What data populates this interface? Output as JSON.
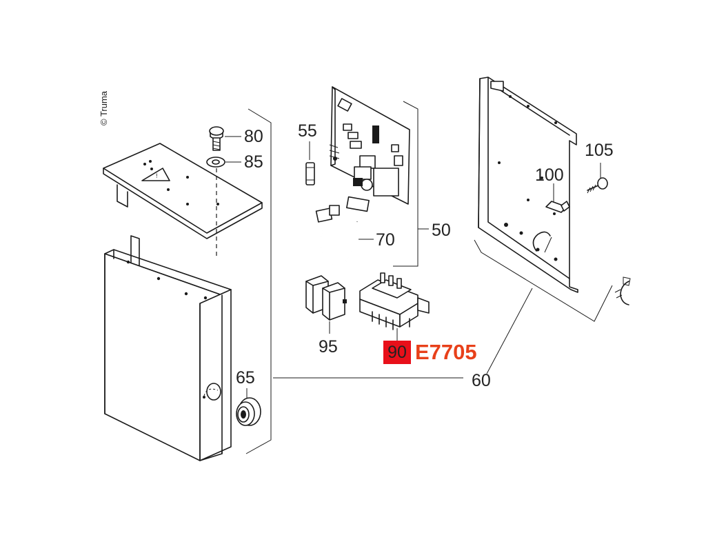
{
  "copyright": "© Truma",
  "highlight": {
    "part_number": "90",
    "article_code": "E7705",
    "box_color": "#e8101a",
    "code_color": "#e8401a"
  },
  "labels": {
    "p80": "80",
    "p85": "85",
    "p55": "55",
    "p70": "70",
    "p50": "50",
    "p95": "95",
    "p65": "65",
    "p60": "60",
    "p100": "100",
    "p105": "105"
  }
}
